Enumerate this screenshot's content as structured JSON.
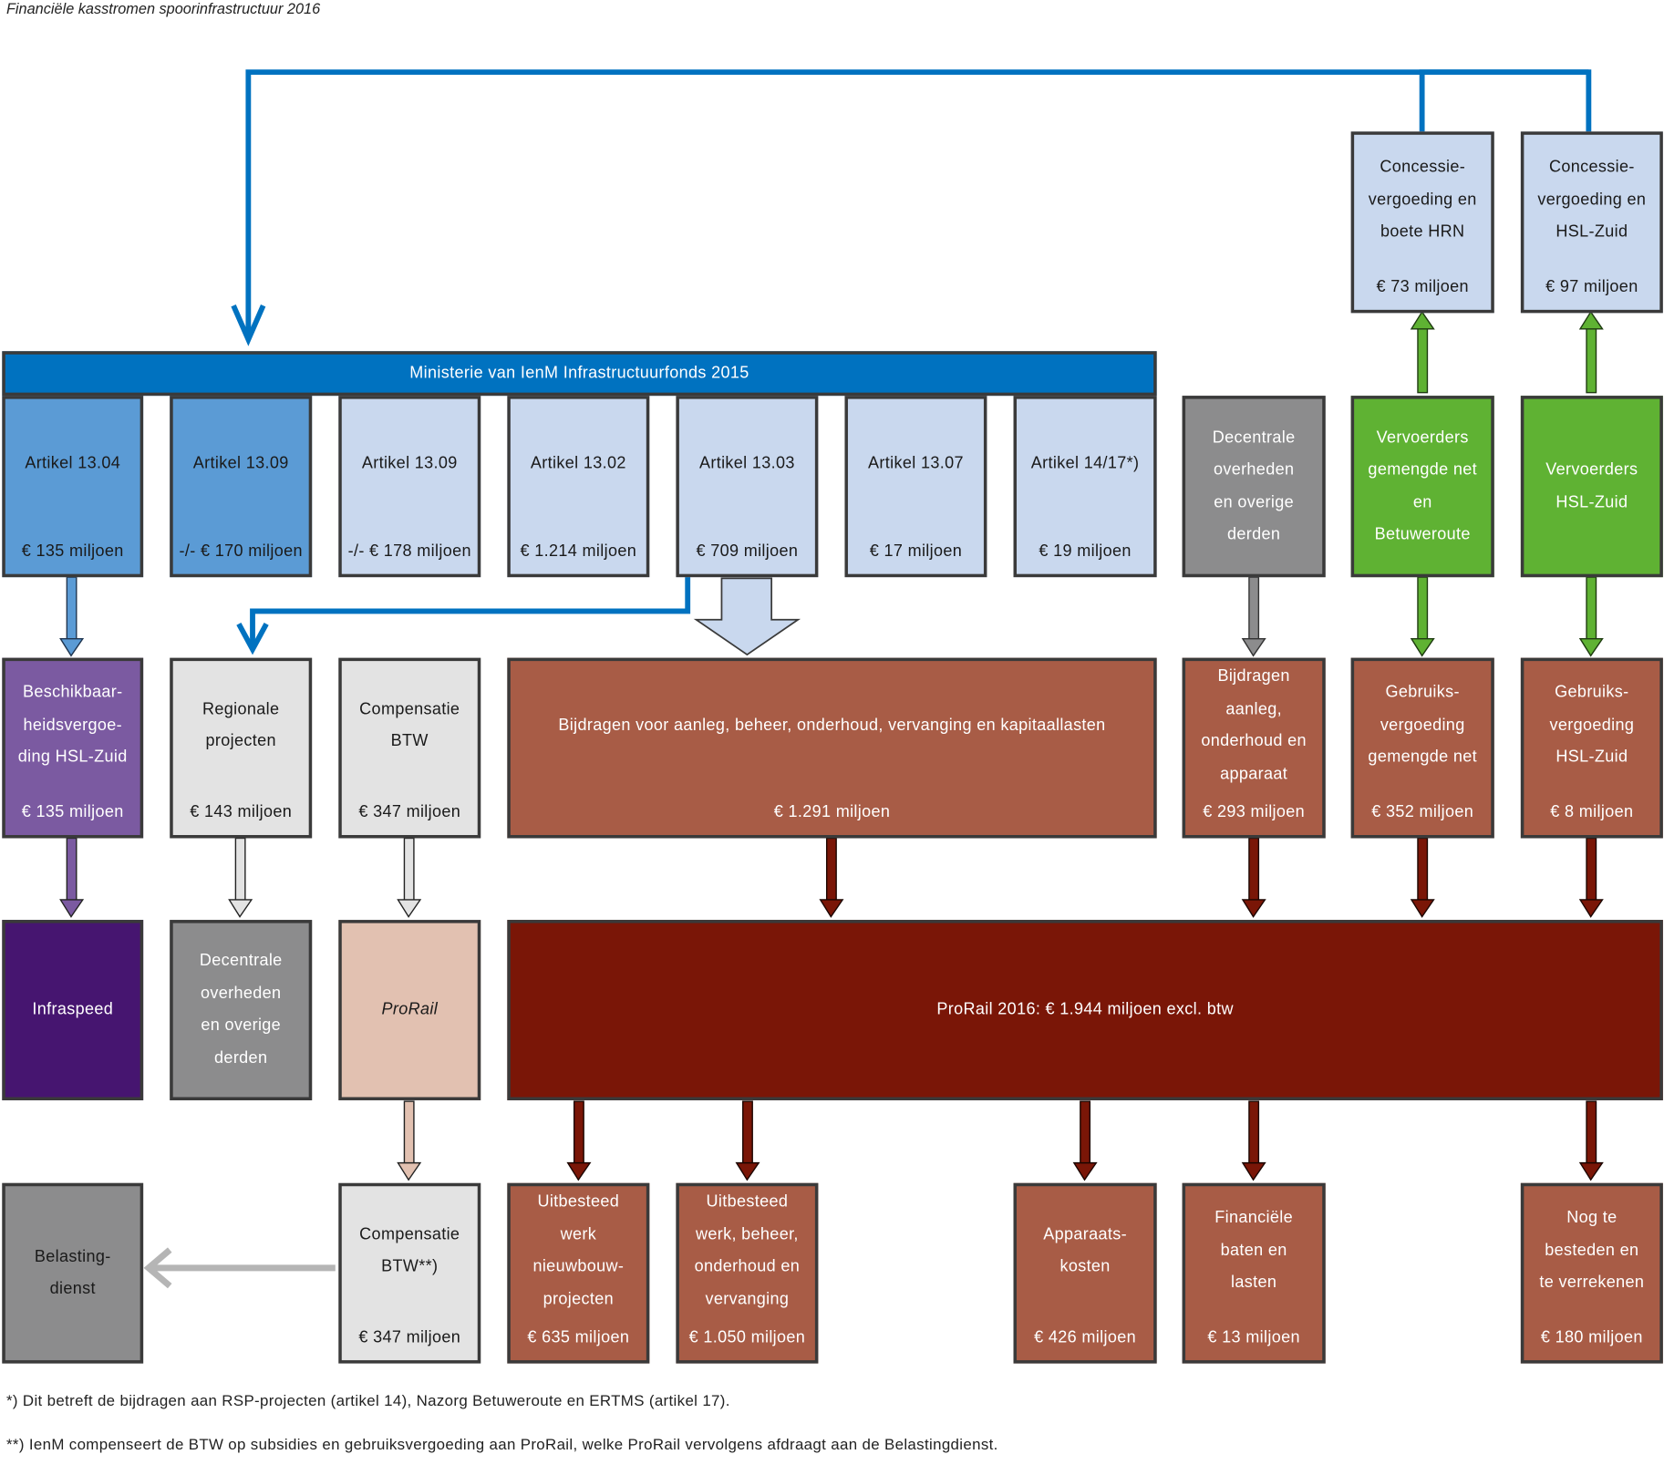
{
  "title": "Financiële kasstromen spoorinfrastructuur 2016",
  "ministry": "Ministerie van IenM Infrastructuurfonds 2015",
  "articles": [
    {
      "label": "Artikel 13.04",
      "amount": "€ 135 miljoen"
    },
    {
      "label": "Artikel 13.09",
      "amount": "-/- € 170 miljoen"
    },
    {
      "label": "Artikel 13.09",
      "amount": "-/- € 178 miljoen"
    },
    {
      "label": "Artikel 13.02",
      "amount": "€ 1.214 miljoen"
    },
    {
      "label": "Artikel 13.03",
      "amount": "€ 709 miljoen"
    },
    {
      "label": "Artikel 13.07",
      "amount": "€ 17 miljoen"
    },
    {
      "label": "Artikel 14/17*)",
      "amount": "€ 19 miljoen"
    }
  ],
  "concessions": [
    {
      "label": "Concessie-\nvergoeding en\nboete HRN",
      "amount": "€ 73 miljoen"
    },
    {
      "label": "Concessie-\nvergoeding en\nHSL-Zuid",
      "amount": "€ 97 miljoen"
    }
  ],
  "row1_right": [
    {
      "label": "Decentrale\noverheden\nen overige\nderden"
    },
    {
      "label": "Vervoerders\ngemengde net\nen\nBetuweroute"
    },
    {
      "label": "Vervoerders\nHSL-Zuid"
    }
  ],
  "row2": [
    {
      "label": "Beschikbaar-\nheidsvergoe-\nding HSL-Zuid",
      "amount": "€ 135 miljoen"
    },
    {
      "label": "Regionale\nprojecten",
      "amount": "€ 143 miljoen"
    },
    {
      "label": "Compensatie\nBTW",
      "amount": "€ 347 miljoen"
    },
    {
      "label": "Bijdragen voor aanleg, beheer, onderhoud, vervanging en kapitaallasten",
      "amount": "€ 1.291 miljoen"
    },
    {
      "label": "Bijdragen\naanleg,\nonderhoud en\napparaat",
      "amount": "€ 293 miljoen"
    },
    {
      "label": "Gebruiks-\nvergoeding\ngemengde net",
      "amount": "€ 352 miljoen"
    },
    {
      "label": "Gebruiks-\nvergoeding\nHSL-Zuid",
      "amount": "€ 8 miljoen"
    }
  ],
  "row3": [
    {
      "label": "Infraspeed"
    },
    {
      "label": "Decentrale\noverheden\nen overige\nderden"
    },
    {
      "label": "ProRail"
    },
    {
      "label": "ProRail 2016: € 1.944 miljoen excl. btw"
    }
  ],
  "row4": [
    {
      "label": "Belasting-\ndienst"
    },
    {
      "label": "Compensatie\nBTW**)",
      "amount": "€ 347 miljoen"
    },
    {
      "label": "Uitbesteed\nwerk\nnieuwbouw-\nprojecten",
      "amount": "€ 635 miljoen"
    },
    {
      "label": "Uitbesteed\nwerk, beheer,\nonderhoud en\nvervanging",
      "amount": "€ 1.050 miljoen"
    },
    {
      "label": "Apparaats-\nkosten",
      "amount": "€ 426 miljoen"
    },
    {
      "label": "Financiële\nbaten en\nlasten",
      "amount": "€ 13 miljoen"
    },
    {
      "label": "Nog te\nbesteden en\nte verrekenen",
      "amount": "€ 180 miljoen"
    }
  ],
  "footnotes": [
    "*) Dit betreft de bijdragen aan RSP-projecten (artikel 14), Nazorg Betuweroute en ERTMS (artikel 17).",
    "**) IenM compenseert de BTW op subsidies en gebruiksvergoeding aan ProRail, welke ProRail vervolgens afdraagt aan de Belastingdienst."
  ],
  "colors": {
    "ministry_blue": "#0072c0",
    "light_blue": "#c9d8ee",
    "mid_blue": "#5b9bd5",
    "green": "#5fb233",
    "grey": "#8c8c8d",
    "purple": "#7b5aa1",
    "dark_purple": "#461570",
    "rust": "#a85c46",
    "maroon": "#7a1607",
    "pink": "#e2c1b1"
  }
}
